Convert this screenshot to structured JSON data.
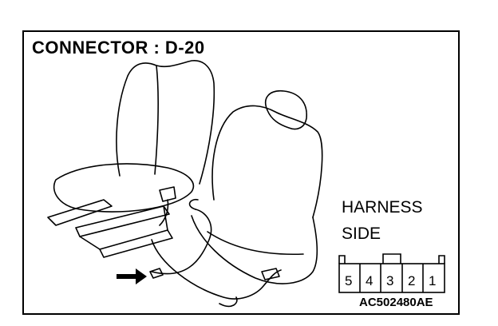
{
  "diagram": {
    "title": "CONNECTOR : D-20",
    "harness_label_line1": "HARNESS",
    "harness_label_line2": "SIDE",
    "figure_code": "AC502480AE",
    "connector_pins": [
      "5",
      "4",
      "3",
      "2",
      "1"
    ]
  }
}
